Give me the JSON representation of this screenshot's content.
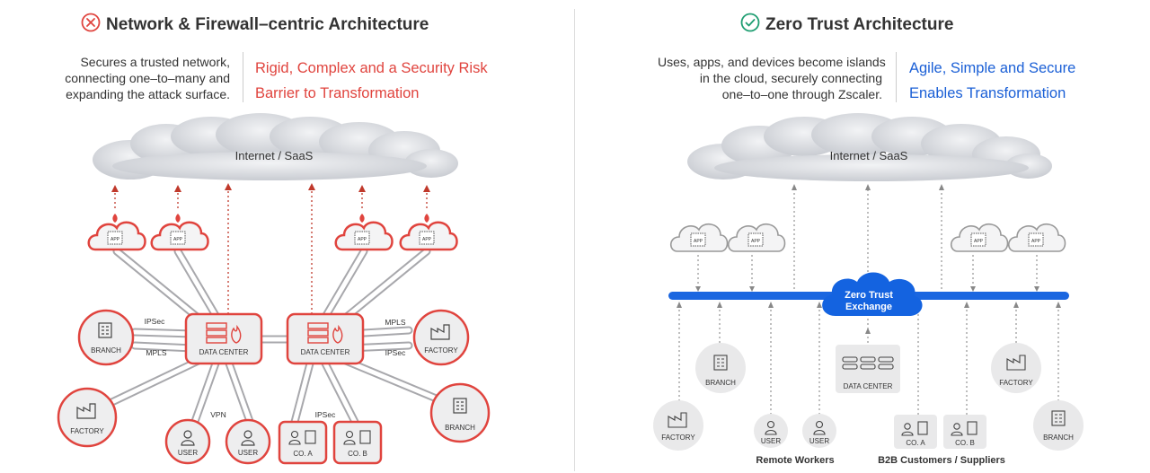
{
  "left": {
    "title": "Network & Firewall–centric Architecture",
    "desc_lines": [
      "Secures a trusted network,",
      "connecting one–to–many and",
      "expanding the attack surface."
    ],
    "claims": [
      "Rigid, Complex and a Security Risk",
      "Barrier to Transformation"
    ],
    "cloud_label": "Internet / SaaS",
    "app_label": "APP",
    "dc_label": "DATA CENTER",
    "link_ipsec": "IPSec",
    "link_mpls": "MPLS",
    "link_vpn": "VPN",
    "branch": "BRANCH",
    "factory": "FACTORY",
    "user": "USER",
    "co_a": "CO. A",
    "co_b": "CO. B"
  },
  "right": {
    "title": "Zero Trust Architecture",
    "desc_lines": [
      "Uses, apps, and devices become islands",
      "in the cloud, securely connecting",
      "one–to–one through Zscaler."
    ],
    "claims": [
      "Agile, Simple and Secure",
      "Enables Transformation"
    ],
    "cloud_label": "Internet / SaaS",
    "app_label": "APP",
    "zte_line1": "Zero Trust",
    "zte_line2": "Exchange",
    "dc_label": "DATA CENTER",
    "branch": "BRANCH",
    "factory": "FACTORY",
    "user": "USER",
    "co_a": "CO. A",
    "co_b": "CO. B",
    "group_remote": "Remote Workers",
    "group_b2b": "B2B Customers / Suppliers"
  },
  "colors": {
    "red": "#e0443e",
    "blue": "#1a5fd6",
    "green": "#1f9e72",
    "cloud_gray": "#cfd1d6",
    "node_gray": "#e9e9ea"
  }
}
